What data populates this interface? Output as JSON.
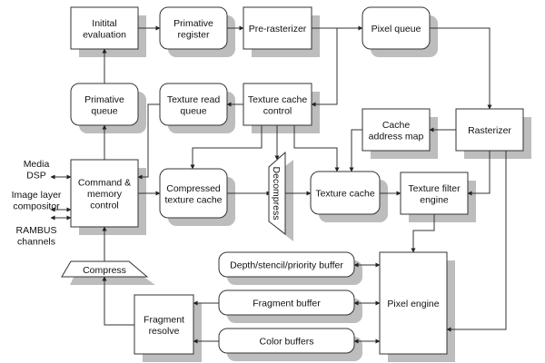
{
  "diagram": {
    "colors": {
      "stroke": "#333333",
      "shadow": "#bdbdbd",
      "fill": "#ffffff",
      "text": "#111111"
    },
    "nodes": {
      "initial_evaluation": [
        "Initital",
        "evaluation"
      ],
      "primative_register": [
        "Primative",
        "register"
      ],
      "pre_rasterizer": [
        "Pre-rasterizer"
      ],
      "pixel_queue": [
        "Pixel queue"
      ],
      "primative_queue": [
        "Primative",
        "queue"
      ],
      "texture_read_queue": [
        "Texture read",
        "queue"
      ],
      "texture_cache_control": [
        "Texture cache",
        "control"
      ],
      "cache_address_map": [
        "Cache",
        "address map"
      ],
      "rasterizer": [
        "Rasterizer"
      ],
      "command_memory_control": [
        "Command &",
        "memory",
        "control"
      ],
      "compressed_texture_cache": [
        "Compressed",
        "texture cache"
      ],
      "decompress": [
        "Decompress"
      ],
      "texture_cache": [
        "Texture cache"
      ],
      "texture_filter_engine": [
        "Texture filter",
        "engine"
      ],
      "depth_stencil_priority_buffer": [
        "Depth/stencil/priority buffer"
      ],
      "fragment_buffer": [
        "Fragment buffer"
      ],
      "color_buffers": [
        "Color buffers"
      ],
      "pixel_engine": [
        "Pixel engine"
      ],
      "compress": [
        "Compress"
      ],
      "fragment_resolve": [
        "Fragment",
        "resolve"
      ]
    },
    "external_labels": {
      "media_dsp": [
        "Media",
        "DSP"
      ],
      "image_layer_compositor": [
        "Image layer",
        "compositor"
      ],
      "rambus_channels": [
        "RAMBUS",
        "channels"
      ]
    }
  }
}
